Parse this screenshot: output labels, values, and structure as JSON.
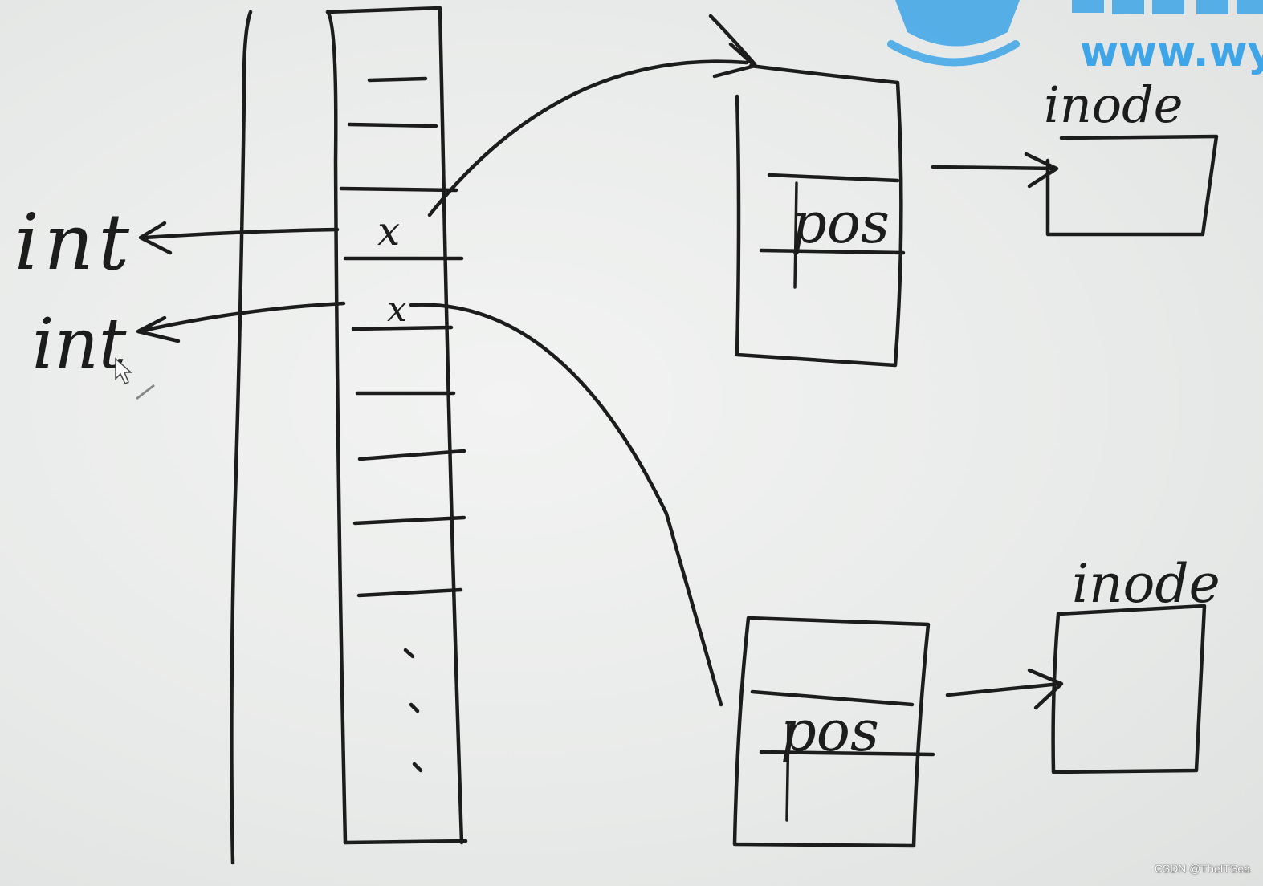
{
  "labels": {
    "fd_entry_1": "int",
    "fd_entry_2": "int",
    "file_pos_1": "pos",
    "file_pos_2": "pos",
    "inode_1": "inode",
    "inode_2": "inode",
    "pointer_mark_1": "x",
    "pointer_mark_2": "x"
  },
  "watermark": {
    "url": "www.wy"
  },
  "credit": "CSDN @TheITSea",
  "colors": {
    "ink": "#1c1c1c",
    "background": "#ececec",
    "watermark": "#3ea5e8"
  }
}
